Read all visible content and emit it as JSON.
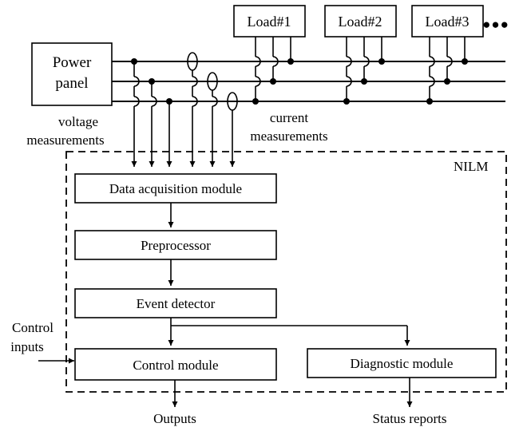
{
  "power_panel": {
    "line1": "Power",
    "line2": "panel"
  },
  "loads": [
    "Load#1",
    "Load#2",
    "Load#3"
  ],
  "ellipsis": "●●●",
  "voltage_label": {
    "line1": "voltage",
    "line2": "measurements"
  },
  "current_label": {
    "line1": "current",
    "line2": "measurements"
  },
  "nilm_label": "NILM",
  "modules": {
    "data_acquisition": "Data acquisition module",
    "preprocessor": "Preprocessor",
    "event_detector": "Event detector",
    "control": "Control module",
    "diagnostic": "Diagnostic module"
  },
  "control_inputs": {
    "line1": "Control",
    "line2": "inputs"
  },
  "outputs": "Outputs",
  "status_reports": "Status reports",
  "colors": {
    "stroke": "#000000",
    "background": "#ffffff"
  }
}
